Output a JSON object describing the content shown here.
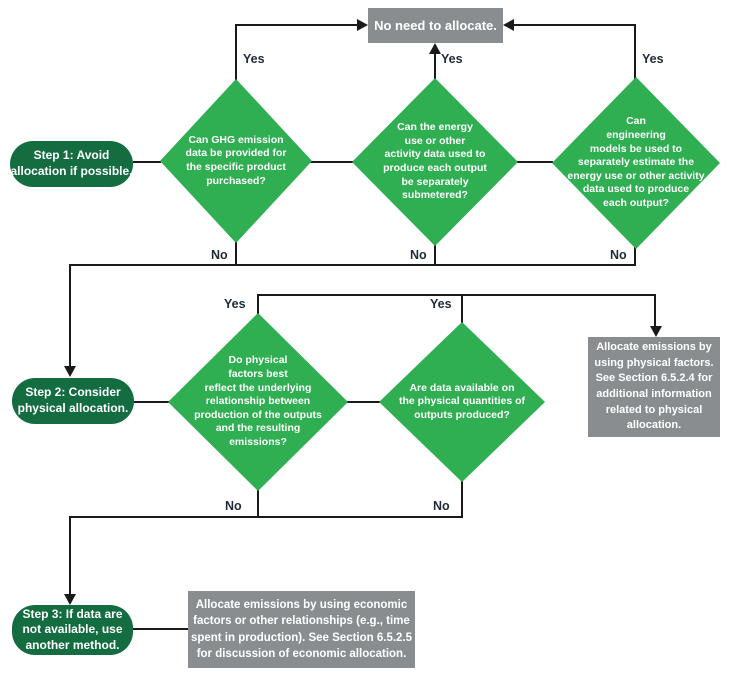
{
  "labels": {
    "yes": "Yes",
    "no": "No"
  },
  "steps": {
    "step1": "Step 1: Avoid\nallocation if possible.",
    "step2": "Step 2: Consider\nphysical allocation.",
    "step3": "Step 3: If data are\nnot available, use\nanother method."
  },
  "decisions": {
    "ghg_data": "Can GHG emission\ndata be provided for\nthe specific product\npurchased?",
    "submetered": "Can the energy\nuse or other\nactivity data used to\nproduce each output\nbe separately\nsubmetered?",
    "engineering_models": "Can\nengineering\nmodels be used to\nseparately estimate the\nenergy use or other activity\ndata used to produce\neach output?",
    "physical_factors": "Do physical\nfactors best\nreflect the underlying\nrelationship between\nproduction of the outputs\nand the resulting\nemissions?",
    "physical_quantities": "Are data available on\nthe physical quantities of\noutputs produced?"
  },
  "outcomes": {
    "no_allocation": "No need to allocate.",
    "physical": "Allocate emissions by\nusing physical factors.\nSee Section 6.5.2.4 for\nadditional information\nrelated to physical\nallocation.",
    "economic": "Allocate emissions by using economic\nfactors or other relationships (e.g., time\nspent in production). See Section 6.5.2.5\nfor discussion of economic allocation."
  },
  "colors": {
    "diamond_green": "#2fae52",
    "step_green": "#146c41",
    "outcome_gray": "#8a8d90",
    "line": "#1a1a1a",
    "edge_label": "#1f2b38"
  }
}
